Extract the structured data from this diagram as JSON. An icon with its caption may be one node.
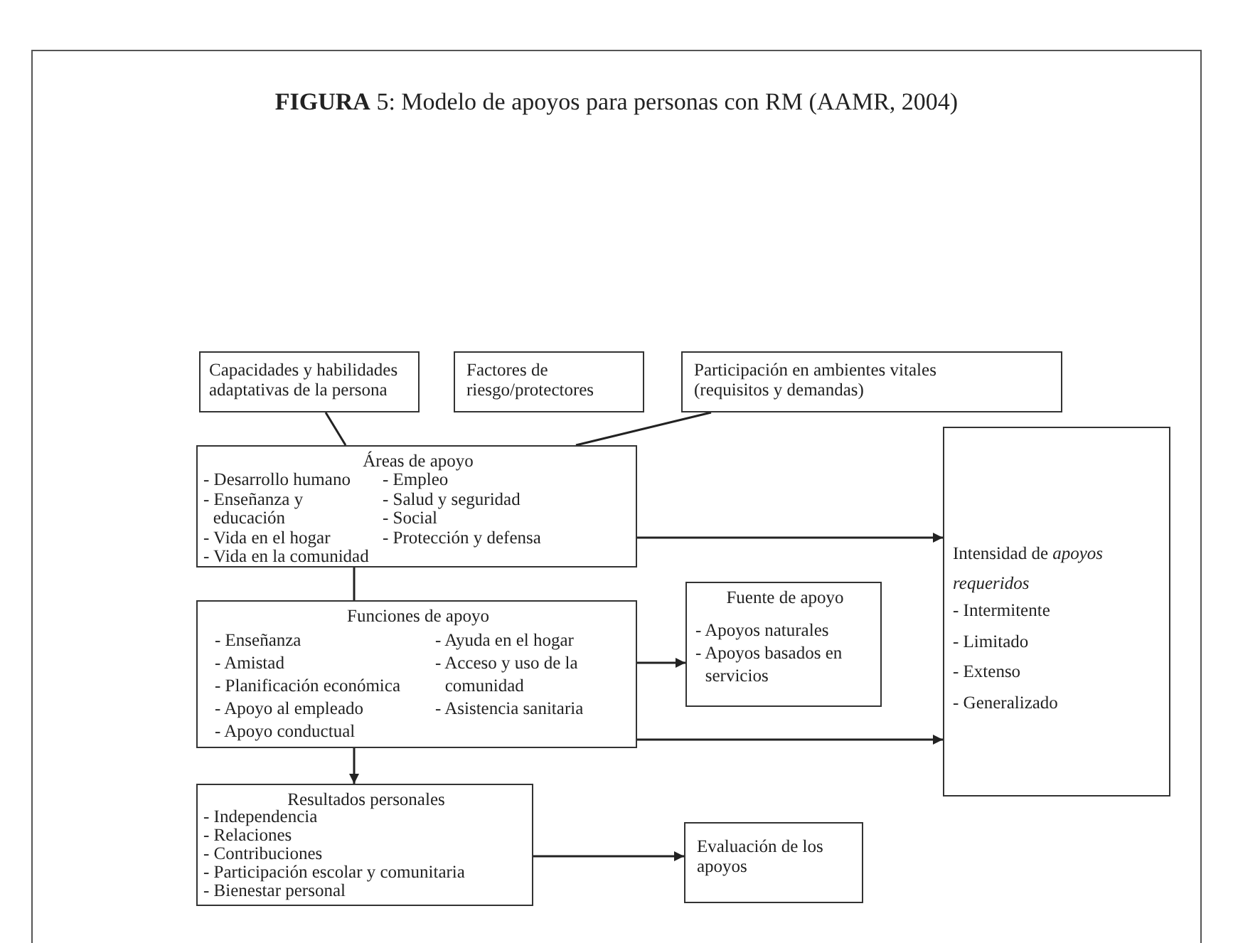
{
  "diagram": {
    "title": "**FIGURA** 5: Modelo de apoyos para personas con RM (AAMR, 2004)",
    "nodes": [
      {
        "text": [
          "Capacidades y habilidades adaptativas de la persona"
        ]
      },
      {
        "text": [
          "Factores de riesgo/protectores"
        ]
      },
      {
        "text": [
          "Participación en ambientes vitales (requisitos y demandas)"
        ]
      },
      {
        "text": [
          "Áreas de apoyo",
          "- Desarrollo humano",
          "- Enseñanza y educación",
          "- Vida en el hogar",
          "- Vida en la comunidad",
          "- Empleo",
          "- Salud y seguridad",
          "- Social",
          "- Protección y defensa"
        ]
      },
      {
        "text": [
          "Funciones de apoyo",
          "- Enseñanza",
          "- Amistad",
          "- Planificación económica",
          "- Apoyo al empleado",
          "- Apoyo conductual",
          "- Ayuda en el hogar",
          "- Acceso y uso de la comunidad",
          "- Asistencia sanitaria"
        ]
      },
      {
        "text": [
          "Fuente de apoyo",
          "- Apoyos naturales",
          "- Apoyos basados en servicios"
        ]
      },
      {
        "text": [
          "Intensidad de *apoyos requeridos*",
          "- Intermitente",
          "- Limitado",
          "- Extenso",
          "- Generalizado"
        ]
      },
      {
        "text": [
          "Resultados personales",
          "- Independencia",
          "- Relaciones",
          "- Contribuciones",
          "- Participación escolar y comunitaria",
          "- Bienestar personal"
        ]
      },
      {
        "text": [
          "Evaluación de los apoyos"
        ]
      }
    ],
    "edges": [
      {
        "from": 0,
        "to": 3,
        "arrow": "none"
      },
      {
        "from": 2,
        "to": 3,
        "arrow": "none"
      },
      {
        "from": 3,
        "to": 4,
        "arrow": "none"
      },
      {
        "from": 3,
        "to": 6,
        "arrow": "to"
      },
      {
        "from": 4,
        "to": 5,
        "arrow": "to"
      },
      {
        "from": 4,
        "to": 6,
        "arrow": "to"
      },
      {
        "from": 4,
        "to": 7,
        "arrow": "to"
      },
      {
        "from": 7,
        "to": 8,
        "arrow": "to"
      }
    ]
  }
}
